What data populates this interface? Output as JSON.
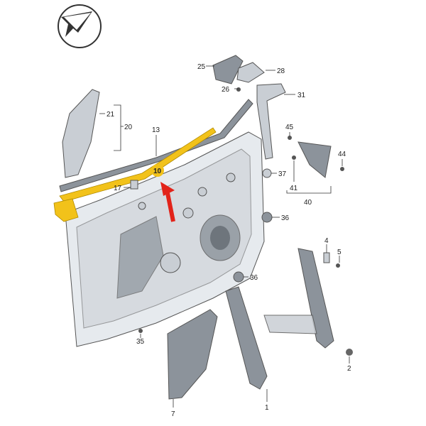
{
  "diagram": {
    "logo": "vehicle-logo",
    "highlight_color": "#f2c21a",
    "arrow_color": "#e2231a",
    "highlighted_part": "10",
    "callouts": {
      "c1": "1",
      "c2": "2",
      "c4": "4",
      "c5": "5",
      "c7": "7",
      "c10": "10",
      "c13": "13",
      "c17": "17",
      "c20": "20",
      "c21": "21",
      "c25": "25",
      "c26": "26",
      "c28": "28",
      "c31": "31",
      "c35": "35",
      "c36a": "36",
      "c36b": "36",
      "c37": "37",
      "c40": "40",
      "c41": "41",
      "c44": "44",
      "c45": "45"
    }
  }
}
